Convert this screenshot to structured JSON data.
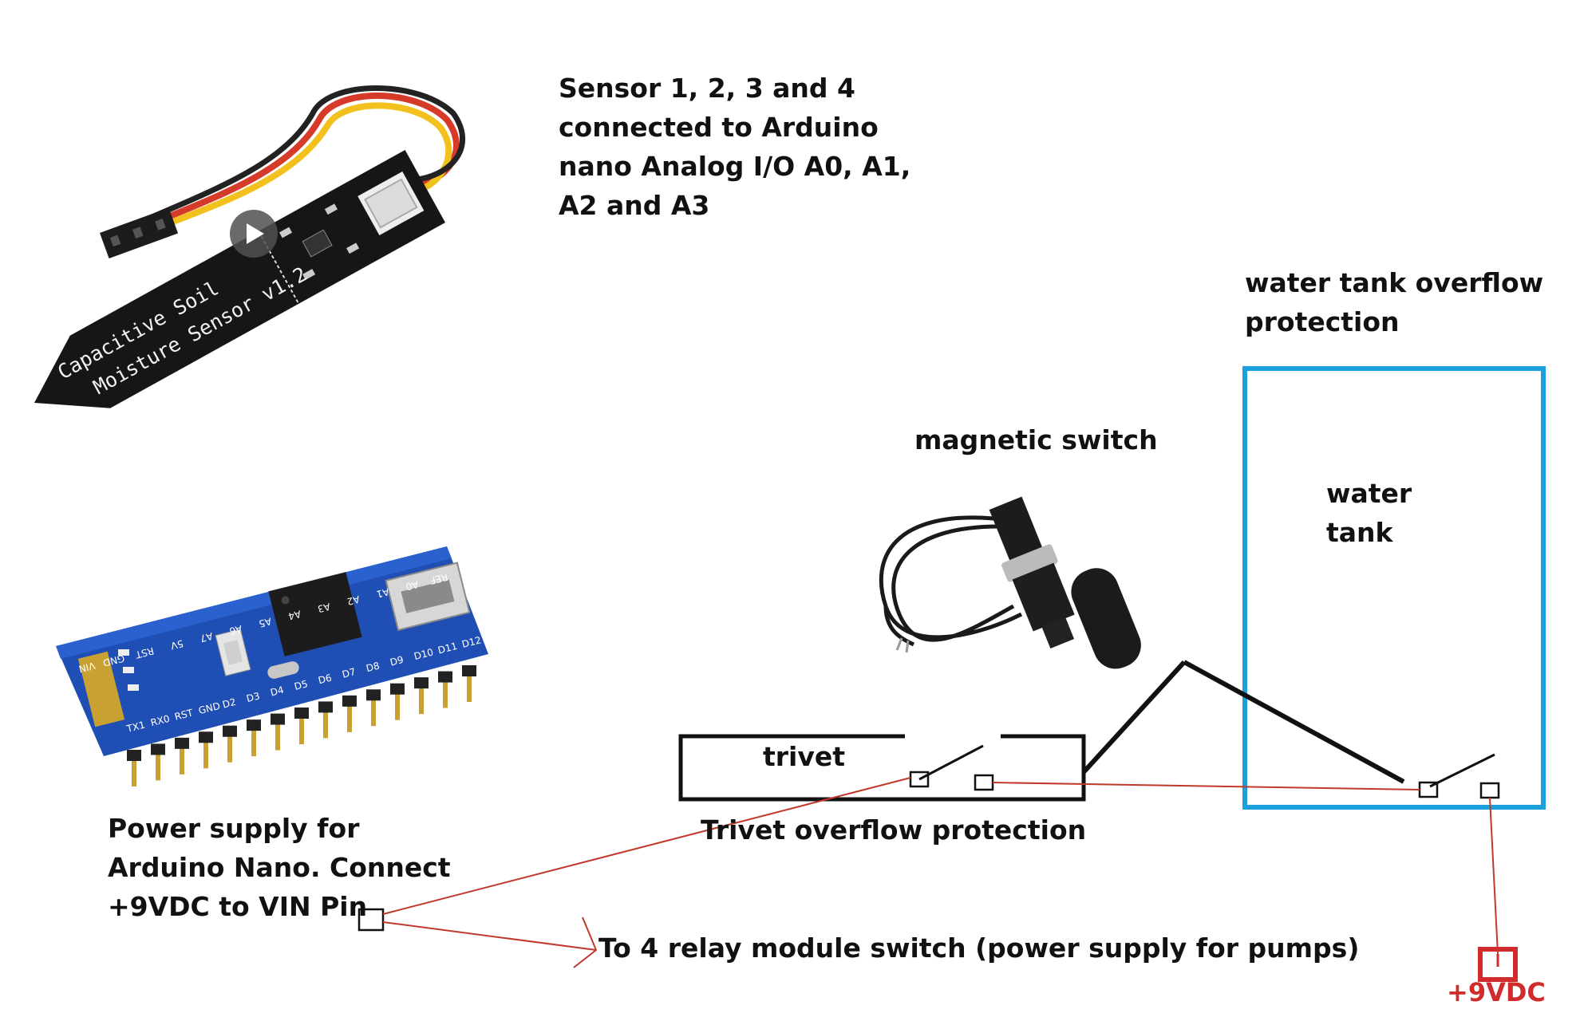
{
  "labels": {
    "sensor_caption": [
      "Sensor 1, 2, 3 and 4",
      "connected to Arduino",
      "nano Analog I/O A0, A1,",
      "A2 and A3"
    ],
    "overflow_caption": [
      "water tank overflow",
      "protection"
    ],
    "magnetic_switch": "magnetic switch",
    "water_tank": [
      "water",
      "tank"
    ],
    "trivet": "trivet",
    "trivet_protection": "Trivet overflow protection",
    "power_caption": [
      "Power supply for",
      "Arduino Nano. Connect",
      "+9VDC to VIN Pin"
    ],
    "relay_caption": "To 4 relay module switch (power supply for pumps)",
    "vdc": "+9VDC"
  },
  "sensor_board_text": [
    "Capacitive Soil",
    "Moisture Sensor v1.2"
  ],
  "nano_pins_top": [
    "VIN",
    "GND",
    "RST",
    "5V",
    "A7",
    "A6",
    "A5",
    "A4",
    "A3",
    "A2",
    "A1",
    "A0",
    "REF"
  ],
  "nano_pins_bottom": [
    "TX1",
    "RX0",
    "RST",
    "GND",
    "D2",
    "D3",
    "D4",
    "D5",
    "D6",
    "D7",
    "D8",
    "D9",
    "D10",
    "D11",
    "D12"
  ],
  "colors": {
    "tank_border": "#1aa0dd",
    "wire_red": "#c0392b",
    "vdc_red": "#d22b2b",
    "pcb_blue": "#1f4fb4",
    "sensor_black": "#161616"
  }
}
